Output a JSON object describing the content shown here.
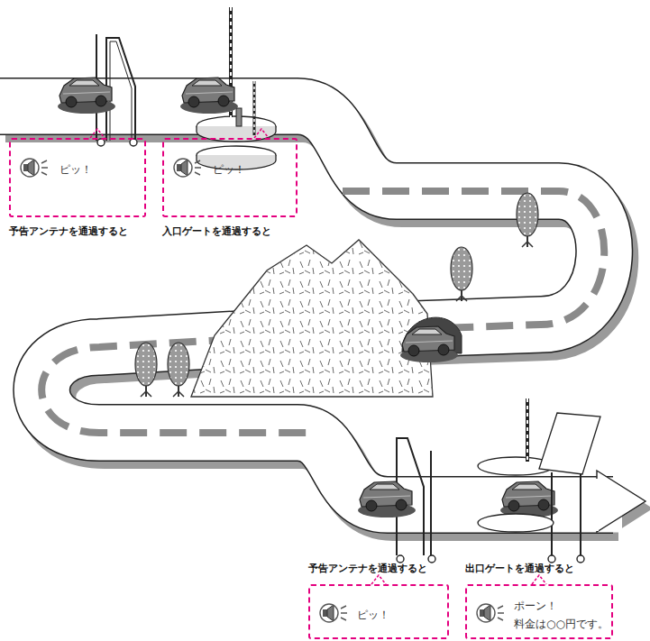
{
  "diagram": {
    "nodes": [
      {
        "text": [
          "ピッ！",
          "予告アンテナを通過すると"
        ]
      },
      {
        "text": [
          "ピッ！",
          "入口ゲートを通過すると"
        ]
      },
      {
        "text": [
          "予告アンテナを通過すると",
          "ピッ！"
        ]
      },
      {
        "text": [
          "出口ゲートを通過すると",
          "ポーン！",
          "料金は○○円です。"
        ]
      }
    ]
  }
}
